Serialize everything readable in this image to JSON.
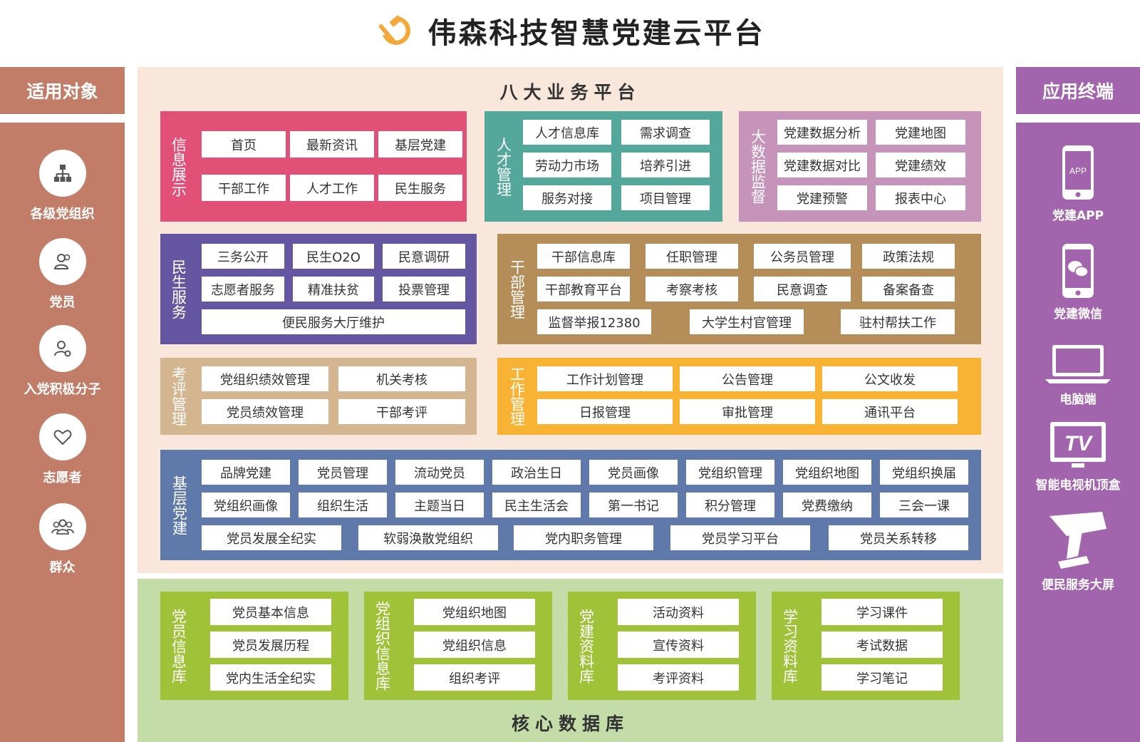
{
  "header": {
    "title": "伟森科技智慧党建云平台"
  },
  "colors": {
    "left_bg": "#c17d68",
    "right_bg": "#a264ad",
    "biz_bg": "#fae7dc",
    "core_bg": "#c4dca8",
    "xinxi": "#e05077",
    "rencai": "#54a89b",
    "dashuju": "#c694bb",
    "minsheng": "#6556a1",
    "ganbu": "#b48d58",
    "kaoping": "#d3b58f",
    "gongzuo": "#f8b334",
    "jiceng": "#5f79aa",
    "core_box": "#9fc238"
  },
  "left": {
    "title": "适用对象",
    "items": [
      {
        "label": "各级党组织",
        "icon": "org-chart-icon"
      },
      {
        "label": "党员",
        "icon": "user-icon"
      },
      {
        "label": "入党积极分子",
        "icon": "user-gear-icon"
      },
      {
        "label": "志愿者",
        "icon": "heart-icon"
      },
      {
        "label": "群众",
        "icon": "group-icon"
      }
    ]
  },
  "right": {
    "title": "应用终端",
    "items": [
      {
        "label": "党建APP",
        "icon": "phone-app-icon",
        "icon_text": "APP"
      },
      {
        "label": "党建微信",
        "icon": "wechat-phone-icon"
      },
      {
        "label": "电脑端",
        "icon": "laptop-icon"
      },
      {
        "label": "智能电视机顶盒",
        "icon": "tv-icon",
        "icon_text": "TV"
      },
      {
        "label": "便民服务大屏",
        "icon": "kiosk-icon"
      }
    ]
  },
  "biz": {
    "title": "八大业务平台",
    "panels": {
      "xinxi": {
        "label": "信息展示",
        "items": [
          "首页",
          "最新资讯",
          "基层党建",
          "干部工作",
          "人才工作",
          "民生服务"
        ]
      },
      "rencai": {
        "label": "人才管理",
        "items": [
          "人才信息库",
          "需求调查",
          "劳动力市场",
          "培养引进",
          "服务对接",
          "项目管理"
        ]
      },
      "dashuju": {
        "label": "大数据监督",
        "items": [
          "党建数据分析",
          "党建地图",
          "党建数据对比",
          "党建绩效",
          "党建预警",
          "报表中心"
        ]
      },
      "minsheng": {
        "label": "民生服务",
        "items": [
          "三务公开",
          "民生O2O",
          "民意调研",
          "志愿者服务",
          "精准扶贫",
          "投票管理",
          "便民服务大厅维护"
        ]
      },
      "ganbu": {
        "label": "干部管理",
        "items": [
          "干部信息库",
          "任职管理",
          "公务员管理",
          "政策法规",
          "干部教育平台",
          "考察考核",
          "民意调查",
          "备案备查",
          "监督举报12380",
          "大学生村官管理",
          "驻村帮扶工作"
        ]
      },
      "kaoping": {
        "label": "考评管理",
        "items": [
          "党组织绩效管理",
          "机关考核",
          "党员绩效管理",
          "干部考评"
        ]
      },
      "gongzuo": {
        "label": "工作管理",
        "items": [
          "工作计划管理",
          "公告管理",
          "公文收发",
          "日报管理",
          "审批管理",
          "通讯平台"
        ]
      },
      "jiceng": {
        "label": "基层党建",
        "items": [
          "品牌党建",
          "党员管理",
          "流动党员",
          "政治生日",
          "党员画像",
          "党组织管理",
          "党组织地图",
          "党组织换届",
          "党组织画像",
          "组织生活",
          "主题当日",
          "民主生活会",
          "第一书记",
          "积分管理",
          "党费缴纳",
          "三会一课",
          "党员发展全纪实",
          "软弱涣散党组织",
          "党内职务管理",
          "党员学习平台",
          "党员关系转移"
        ]
      }
    }
  },
  "core": {
    "title": "核心数据库",
    "panels": {
      "dangyuan": {
        "label": "党员信息库",
        "items": [
          "党员基本信息",
          "党员发展历程",
          "党内生活全纪实"
        ]
      },
      "dangzuzhi": {
        "label": "党组织信息库",
        "items": [
          "党组织地图",
          "党组织信息",
          "组织考评"
        ]
      },
      "ziliao": {
        "label": "党建资料库",
        "items": [
          "活动资料",
          "宣传资料",
          "考评资料"
        ]
      },
      "xuexi": {
        "label": "学习资料库",
        "items": [
          "学习课件",
          "考试数据",
          "学习笔记"
        ]
      }
    }
  }
}
